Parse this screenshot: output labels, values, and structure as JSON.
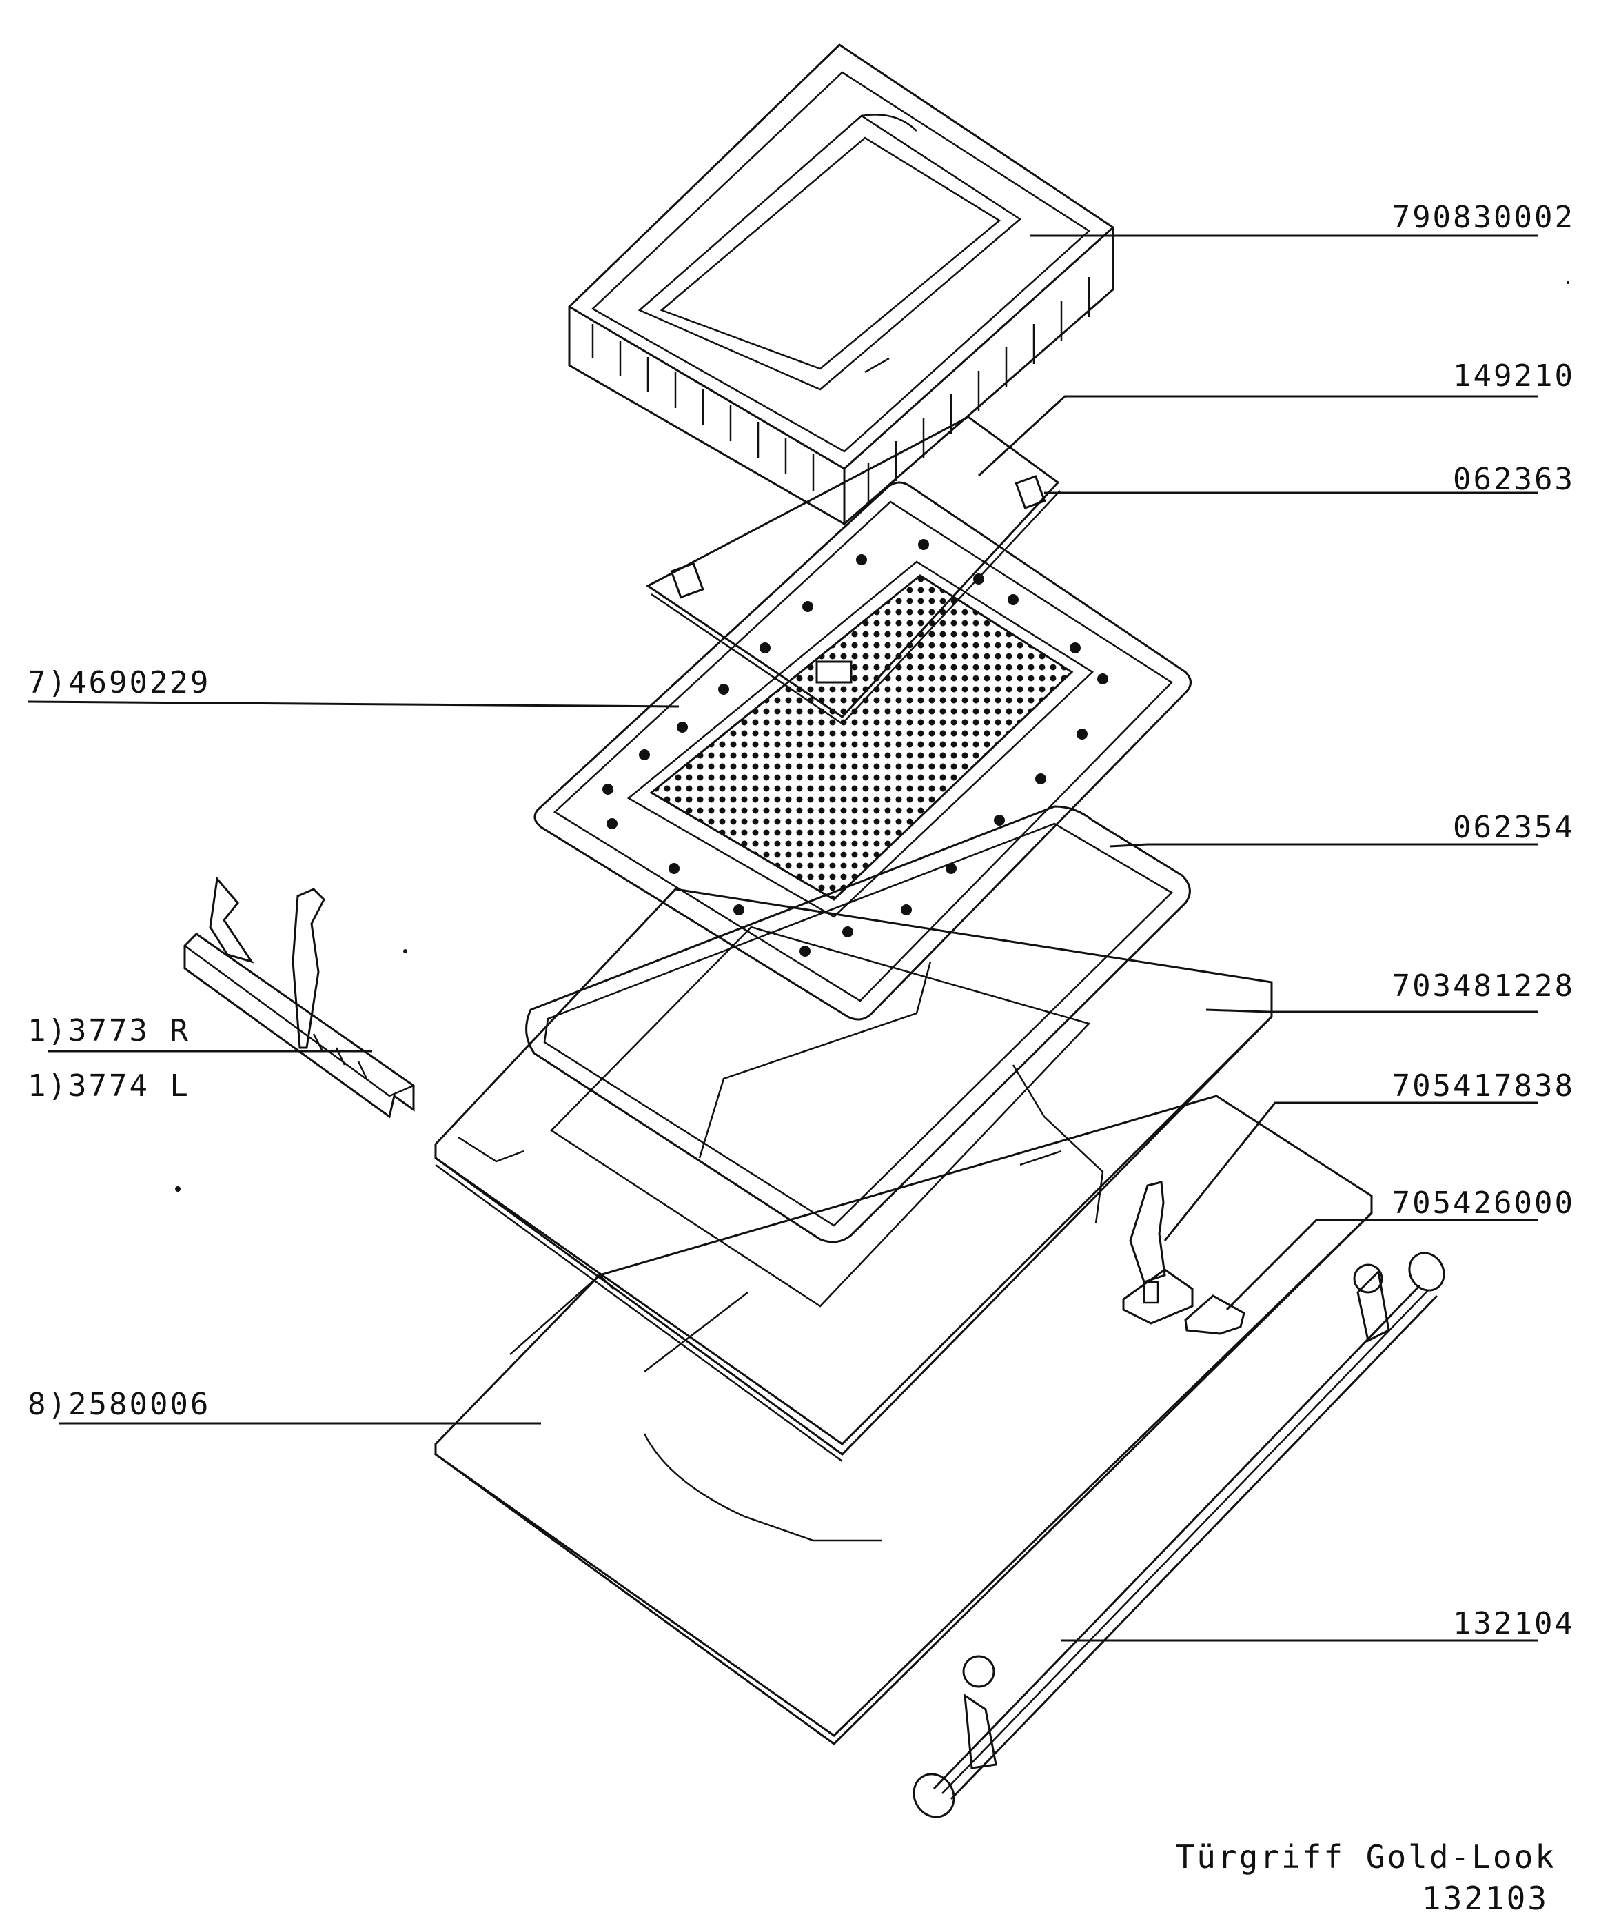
{
  "labels": {
    "p790830002": "790830002",
    "p149210": "149210",
    "p062363": "062363",
    "p704690229": "7)4690229",
    "p062354": "062354",
    "p703481228": "703481228",
    "p133773r": "1)3773 R",
    "p133774l": "1)3774 L",
    "p705417838": "705417838",
    "p705426000": "705426000",
    "p892580006": "8)2580006",
    "p132104": "132104"
  },
  "caption": {
    "line1": "Türgriff Gold-Look",
    "line2": "132103"
  }
}
